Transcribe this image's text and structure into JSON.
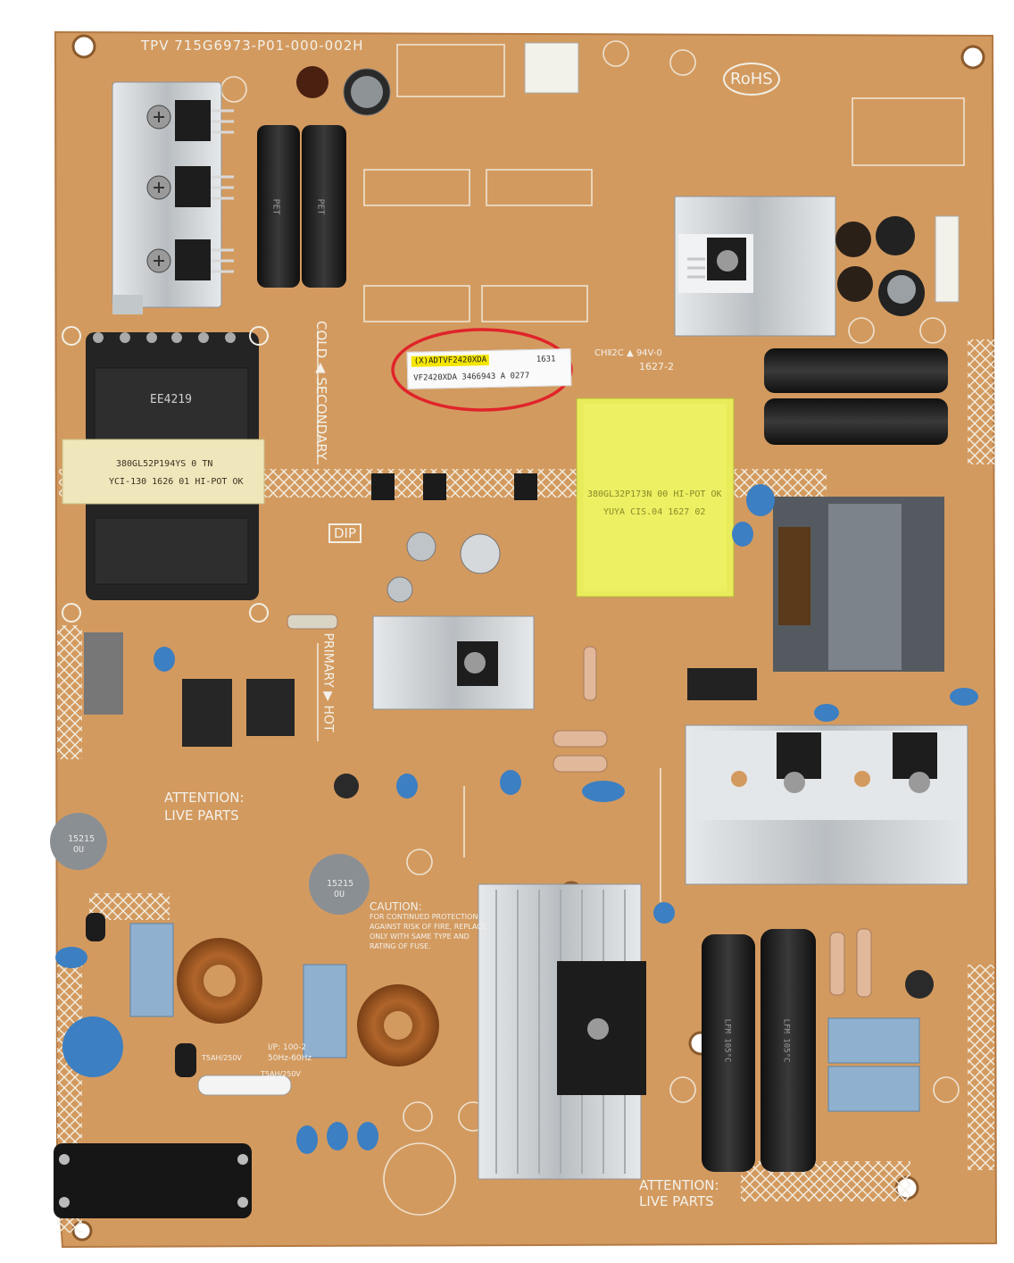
{
  "board": {
    "part_number": "TPV 715G6973-P01-000-002H",
    "rohs": "RoHS",
    "cold_secondary": "COLD ◀ SECONDARY",
    "primary_hot": "PRIMARY ▶ HOT",
    "dip": "DIP",
    "attention_top_1": "ATTENTION:",
    "attention_top_2": "LIVE PARTS",
    "attention_bottom_1": "ATTENTION:",
    "attention_bottom_2": "LIVE PARTS",
    "caution_title": "CAUTION:",
    "caution_lines": [
      "FOR CONTINUED PROTECTION",
      "AGAINST RISK OF FIRE, REPLACE",
      "ONLY WITH SAME TYPE AND",
      "RATING OF FUSE."
    ],
    "input_rating_1": "I/P: 100-2",
    "input_rating_2": "50Hz-60Hz",
    "fuse_1": "T5AH/250V",
    "fuse_2": "T5AH/250V",
    "ul_mark": "CHⅡ2C ▲ 94V-0",
    "date_code": "1627-2"
  },
  "label_sticker": {
    "highlight": "(X)ADTVF2420XDA",
    "code": "1631",
    "serial": "VF2420XDA 3466943 A 0277"
  },
  "transformer_left": {
    "core": "EE4219",
    "line1": "380GL52P194YS  0 TN",
    "line2": "YCI-130 1626 01 HI-POT OK"
  },
  "transformer_main": {
    "line1": "380GL32P173N   00  HI-POT OK",
    "line2": "YUYA CIS.04 1627 02"
  },
  "varistor_1": {
    "top": "15215",
    "bottom": "OU"
  },
  "varistor_2": {
    "top": "15215",
    "bottom": "OU"
  },
  "cap_text": "PET",
  "bulk_cap_text": "LFM 105°C",
  "annotation": {
    "color": "#e0242b"
  },
  "colors": {
    "pcb": "#d49a5e",
    "silk": "#f2efe4",
    "heatsink": "#cfd3d6",
    "cap_black": "#1c1c1c",
    "ceramic_blue": "#3d7fc0"
  }
}
